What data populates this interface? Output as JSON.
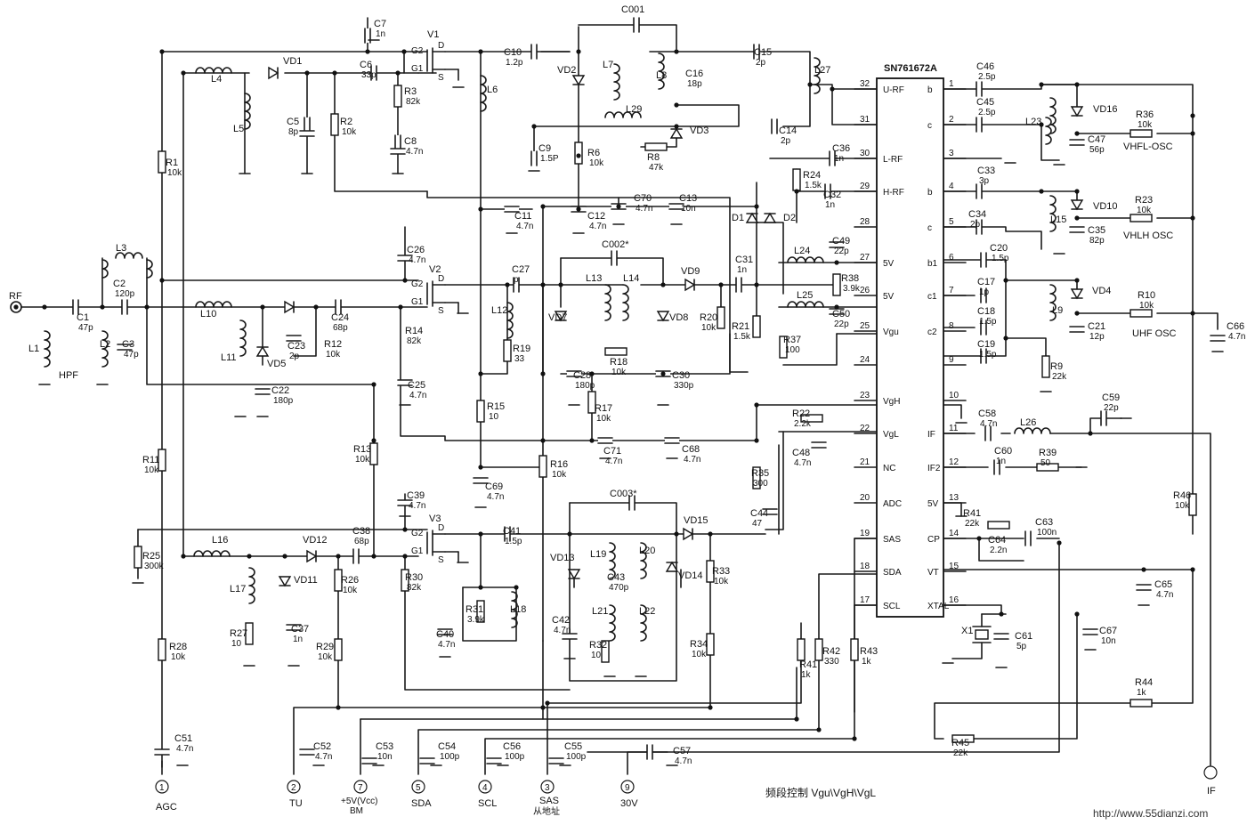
{
  "ic": {
    "name": "SN761672A",
    "left_pins": [
      {
        "num": "32",
        "name": "U-RF"
      },
      {
        "num": "31",
        "name": ""
      },
      {
        "num": "30",
        "name": "L-RF"
      },
      {
        "num": "29",
        "name": "H-RF"
      },
      {
        "num": "28",
        "name": ""
      },
      {
        "num": "27",
        "name": "5V"
      },
      {
        "num": "26",
        "name": "5V"
      },
      {
        "num": "25",
        "name": "Vgu"
      },
      {
        "num": "24",
        "name": ""
      },
      {
        "num": "23",
        "name": "VgH"
      },
      {
        "num": "22",
        "name": "VgL"
      },
      {
        "num": "21",
        "name": "NC"
      },
      {
        "num": "20",
        "name": "ADC"
      },
      {
        "num": "19",
        "name": "SAS"
      },
      {
        "num": "18",
        "name": "SDA"
      },
      {
        "num": "17",
        "name": "SCL"
      }
    ],
    "right_pins": [
      {
        "num": "1",
        "name": "b"
      },
      {
        "num": "2",
        "name": "c"
      },
      {
        "num": "3",
        "name": ""
      },
      {
        "num": "4",
        "name": "b"
      },
      {
        "num": "5",
        "name": "c"
      },
      {
        "num": "6",
        "name": "b1"
      },
      {
        "num": "7",
        "name": "c1"
      },
      {
        "num": "8",
        "name": "c2"
      },
      {
        "num": "9",
        "name": ""
      },
      {
        "num": "10",
        "name": ""
      },
      {
        "num": "11",
        "name": "IF"
      },
      {
        "num": "12",
        "name": "IF2"
      },
      {
        "num": "13",
        "name": "5V"
      },
      {
        "num": "14",
        "name": "CP"
      },
      {
        "num": "15",
        "name": "VT"
      },
      {
        "num": "16",
        "name": "XTAL"
      }
    ]
  },
  "components": [
    {
      "ref": "C7",
      "val": "1n"
    },
    {
      "ref": "V1",
      "val": ""
    },
    {
      "ref": "C10",
      "val": "1.2p"
    },
    {
      "ref": "C001",
      "val": ""
    },
    {
      "ref": "C15",
      "val": "2p"
    },
    {
      "ref": "L27",
      "val": ""
    },
    {
      "ref": "L4",
      "val": ""
    },
    {
      "ref": "VD1",
      "val": ""
    },
    {
      "ref": "C6",
      "val": "33p"
    },
    {
      "ref": "R3",
      "val": "82k"
    },
    {
      "ref": "L6",
      "val": ""
    },
    {
      "ref": "VD2",
      "val": ""
    },
    {
      "ref": "L7",
      "val": ""
    },
    {
      "ref": "L8",
      "val": ""
    },
    {
      "ref": "C16",
      "val": "18p"
    },
    {
      "ref": "L5",
      "val": ""
    },
    {
      "ref": "C5",
      "val": "8p"
    },
    {
      "ref": "R2",
      "val": "10k"
    },
    {
      "ref": "C8",
      "val": "4.7n"
    },
    {
      "ref": "L29",
      "val": ""
    },
    {
      "ref": "VD3",
      "val": ""
    },
    {
      "ref": "C14",
      "val": "2p"
    },
    {
      "ref": "C9",
      "val": "1.5P"
    },
    {
      "ref": "R6",
      "val": "10k"
    },
    {
      "ref": "R8",
      "val": "47k"
    },
    {
      "ref": "R1",
      "val": "10k"
    },
    {
      "ref": "C36",
      "val": "1n"
    },
    {
      "ref": "R24",
      "val": "1.5k"
    },
    {
      "ref": "C32",
      "val": "1n"
    },
    {
      "ref": "C70",
      "val": "4.7n"
    },
    {
      "ref": "C13",
      "val": "10n"
    },
    {
      "ref": "C11",
      "val": "4.7n"
    },
    {
      "ref": "C12",
      "val": "4.7n"
    },
    {
      "ref": "D1",
      "val": ""
    },
    {
      "ref": "D2",
      "val": ""
    },
    {
      "ref": "L3",
      "val": ""
    },
    {
      "ref": "C26",
      "val": "4.7n"
    },
    {
      "ref": "C002*",
      "val": ""
    },
    {
      "ref": "L24",
      "val": ""
    },
    {
      "ref": "C49",
      "val": "22p"
    },
    {
      "ref": "V2",
      "val": ""
    },
    {
      "ref": "C27",
      "val": "p"
    },
    {
      "ref": "L13",
      "val": ""
    },
    {
      "ref": "L14",
      "val": ""
    },
    {
      "ref": "VD9",
      "val": ""
    },
    {
      "ref": "C31",
      "val": "1n"
    },
    {
      "ref": "R38",
      "val": "3.9k"
    },
    {
      "ref": "RF",
      "val": ""
    },
    {
      "ref": "C1",
      "val": "47p"
    },
    {
      "ref": "C2",
      "val": "120p"
    },
    {
      "ref": "L10",
      "val": ""
    },
    {
      "ref": "C24",
      "val": "68p"
    },
    {
      "ref": "L12",
      "val": ""
    },
    {
      "ref": "L25",
      "val": ""
    },
    {
      "ref": "C50",
      "val": "22p"
    },
    {
      "ref": "C3",
      "val": "47p"
    },
    {
      "ref": "L1",
      "val": ""
    },
    {
      "ref": "L2",
      "val": ""
    },
    {
      "ref": "C23",
      "val": "2p"
    },
    {
      "ref": "R12",
      "val": "10k"
    },
    {
      "ref": "R14",
      "val": "82k"
    },
    {
      "ref": "VD7",
      "val": ""
    },
    {
      "ref": "VD8",
      "val": ""
    },
    {
      "ref": "R20",
      "val": "10k"
    },
    {
      "ref": "R21",
      "val": "1.5k"
    },
    {
      "ref": "R37",
      "val": "100"
    },
    {
      "ref": "HPF",
      "val": ""
    },
    {
      "ref": "VD5",
      "val": ""
    },
    {
      "ref": "L11",
      "val": ""
    },
    {
      "ref": "R19",
      "val": "33"
    },
    {
      "ref": "C28",
      "val": "180p"
    },
    {
      "ref": "R18",
      "val": "10k"
    },
    {
      "ref": "C30",
      "val": "330p"
    },
    {
      "ref": "C25",
      "val": "4.7n"
    },
    {
      "ref": "C22",
      "val": "180p"
    },
    {
      "ref": "R15",
      "val": "10"
    },
    {
      "ref": "R17",
      "val": "10k"
    },
    {
      "ref": "R22",
      "val": "2.2k"
    },
    {
      "ref": "C48",
      "val": "4.7n"
    },
    {
      "ref": "C71",
      "val": "4.7n"
    },
    {
      "ref": "C68",
      "val": "4.7n"
    },
    {
      "ref": "R11",
      "val": "10k"
    },
    {
      "ref": "R13",
      "val": "10k"
    },
    {
      "ref": "R16",
      "val": "10k"
    },
    {
      "ref": "R35",
      "val": "300"
    },
    {
      "ref": "C69",
      "val": "4.7n"
    },
    {
      "ref": "C003*",
      "val": ""
    },
    {
      "ref": "C39",
      "val": "4.7n"
    },
    {
      "ref": "C44",
      "val": "47"
    },
    {
      "ref": "V3",
      "val": ""
    },
    {
      "ref": "VD15",
      "val": ""
    },
    {
      "ref": "C38",
      "val": "68p"
    },
    {
      "ref": "R25",
      "val": "300k"
    },
    {
      "ref": "L16",
      "val": ""
    },
    {
      "ref": "VD12",
      "val": ""
    },
    {
      "ref": "C41",
      "val": "1.5p"
    },
    {
      "ref": "VD13",
      "val": ""
    },
    {
      "ref": "L19",
      "val": ""
    },
    {
      "ref": "L20",
      "val": ""
    },
    {
      "ref": "VD14",
      "val": ""
    },
    {
      "ref": "R33",
      "val": "10k"
    },
    {
      "ref": "C43",
      "val": "470p"
    },
    {
      "ref": "L17",
      "val": ""
    },
    {
      "ref": "VD11",
      "val": ""
    },
    {
      "ref": "R26",
      "val": "10k"
    },
    {
      "ref": "R30",
      "val": "82k"
    },
    {
      "ref": "R31",
      "val": "3.9k"
    },
    {
      "ref": "L18",
      "val": ""
    },
    {
      "ref": "L21",
      "val": ""
    },
    {
      "ref": "L22",
      "val": ""
    },
    {
      "ref": "C42",
      "val": "4.7n"
    },
    {
      "ref": "R27",
      "val": "10"
    },
    {
      "ref": "C37",
      "val": "1n"
    },
    {
      "ref": "C40",
      "val": "4.7n"
    },
    {
      "ref": "R32",
      "val": "10"
    },
    {
      "ref": "R34",
      "val": "10k"
    },
    {
      "ref": "R28",
      "val": "10k"
    },
    {
      "ref": "R29",
      "val": "10k"
    },
    {
      "ref": "R41",
      "val": "1k"
    },
    {
      "ref": "R42",
      "val": "330"
    },
    {
      "ref": "R43",
      "val": "1k"
    },
    {
      "ref": "C46",
      "val": "2.5p"
    },
    {
      "ref": "C45",
      "val": "2.5p"
    },
    {
      "ref": "L23",
      "val": ""
    },
    {
      "ref": "VD16",
      "val": ""
    },
    {
      "ref": "R36",
      "val": "10k"
    },
    {
      "ref": "C47",
      "val": "56p"
    },
    {
      "ref": "C33",
      "val": "3p"
    },
    {
      "ref": "C34",
      "val": "2p"
    },
    {
      "ref": "L15",
      "val": ""
    },
    {
      "ref": "VD10",
      "val": ""
    },
    {
      "ref": "R23",
      "val": "10k"
    },
    {
      "ref": "C35",
      "val": "82p"
    },
    {
      "ref": "C20",
      "val": "1.5p"
    },
    {
      "ref": "C17",
      "val": "1p"
    },
    {
      "ref": "VD4",
      "val": ""
    },
    {
      "ref": "R10",
      "val": "10k"
    },
    {
      "ref": "C18",
      "val": "1.5p"
    },
    {
      "ref": "L9",
      "val": ""
    },
    {
      "ref": "C21",
      "val": "12p"
    },
    {
      "ref": "C66",
      "val": "4.7n"
    },
    {
      "ref": "C19",
      "val": "1.5p"
    },
    {
      "ref": "R9",
      "val": "22k"
    },
    {
      "ref": "C59",
      "val": "22p"
    },
    {
      "ref": "C58",
      "val": "4.7n"
    },
    {
      "ref": "L26",
      "val": ""
    },
    {
      "ref": "C60",
      "val": "1n"
    },
    {
      "ref": "R39",
      "val": "50"
    },
    {
      "ref": "R46",
      "val": "10k"
    },
    {
      "ref": "R41b",
      "val": "22k"
    },
    {
      "ref": "C63",
      "val": "100n"
    },
    {
      "ref": "C64",
      "val": "2.2n"
    },
    {
      "ref": "C65",
      "val": "4.7n"
    },
    {
      "ref": "X1",
      "val": ""
    },
    {
      "ref": "C61",
      "val": "5p"
    },
    {
      "ref": "C67",
      "val": "10n"
    },
    {
      "ref": "R44",
      "val": "1k"
    },
    {
      "ref": "R45",
      "val": "22k"
    },
    {
      "ref": "C51",
      "val": "4.7n"
    },
    {
      "ref": "C52",
      "val": "4.7n"
    },
    {
      "ref": "C53",
      "val": "10n"
    },
    {
      "ref": "C54",
      "val": "100p"
    },
    {
      "ref": "C56",
      "val": "100p"
    },
    {
      "ref": "C55",
      "val": "100p"
    },
    {
      "ref": "C57",
      "val": "4.7n"
    }
  ],
  "osc_labels": [
    "VHFL-OSC",
    "VHLH OSC",
    "UHF OSC"
  ],
  "terminals": [
    {
      "num": "1",
      "label": "AGC",
      "sub": ""
    },
    {
      "num": "2",
      "label": "TU",
      "sub": ""
    },
    {
      "num": "7",
      "label": "+5V(Vcc)",
      "sub": "BM"
    },
    {
      "num": "5",
      "label": "SDA",
      "sub": ""
    },
    {
      "num": "4",
      "label": "SCL",
      "sub": ""
    },
    {
      "num": "3",
      "label": "SAS",
      "sub": "从地址"
    },
    {
      "num": "9",
      "label": "30V",
      "sub": ""
    },
    {
      "num": "",
      "label": "IF",
      "sub": ""
    }
  ],
  "caption": "频段控制 Vgu\\VgH\\VgL",
  "watermark": "http://www.55dianzi.com"
}
